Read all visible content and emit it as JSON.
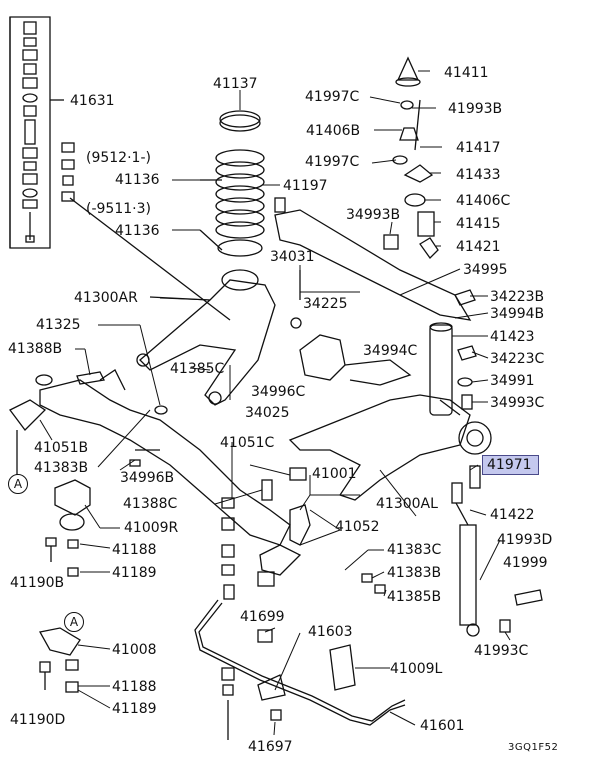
{
  "labels": {
    "p41631": "41631",
    "p41137": "41137",
    "p41411": "41411",
    "p41997C_a": "41997C",
    "p41993B": "41993B",
    "p41406B": "41406B",
    "p41417": "41417",
    "p9512": "(9512·1-)",
    "p41136_a": "41136",
    "p41197": "41197",
    "p41997C_b": "41997C",
    "p41433": "41433",
    "p41406C": "41406C",
    "p9511": "(-9511·3)",
    "p41136_b": "41136",
    "p34993B": "34993B",
    "p41415": "41415",
    "p41421": "41421",
    "p34031": "34031",
    "p34995": "34995",
    "p41300AR": "41300AR",
    "p34225": "34225",
    "p34223B": "34223B",
    "p34994B": "34994B",
    "p41325": "41325",
    "p41423": "41423",
    "p41388B": "41388B",
    "p34994C": "34994C",
    "p34223C": "34223C",
    "p41385C": "41385C",
    "p34996C": "34996C",
    "p34991": "34991",
    "p34025": "34025",
    "p34993C": "34993C",
    "p41051B": "41051B",
    "p41051C": "41051C",
    "p41971": "41971",
    "p41383B_a": "41383B",
    "p34996B": "34996B",
    "p41001": "41001",
    "p41388C": "41388C",
    "p41300AL": "41300AL",
    "p41422": "41422",
    "p41009R": "41009R",
    "p41052": "41052",
    "p41993D": "41993D",
    "p41188_a": "41188",
    "p41383C": "41383C",
    "p41999": "41999",
    "p41189_a": "41189",
    "p41383B_b": "41383B",
    "p41190B": "41190B",
    "p41385B": "41385B",
    "p41699": "41699",
    "p41603": "41603",
    "p41993C": "41993C",
    "p41008": "41008",
    "p41009L": "41009L",
    "p41188_b": "41188",
    "p41190D": "41190D",
    "p41189_b": "41189",
    "p41601": "41601",
    "p41697": "41697",
    "code": "3GQ1F52",
    "markA1": "A",
    "markA2": "A"
  },
  "colors": {
    "highlight": "#c4c8ee",
    "line": "#111111"
  }
}
